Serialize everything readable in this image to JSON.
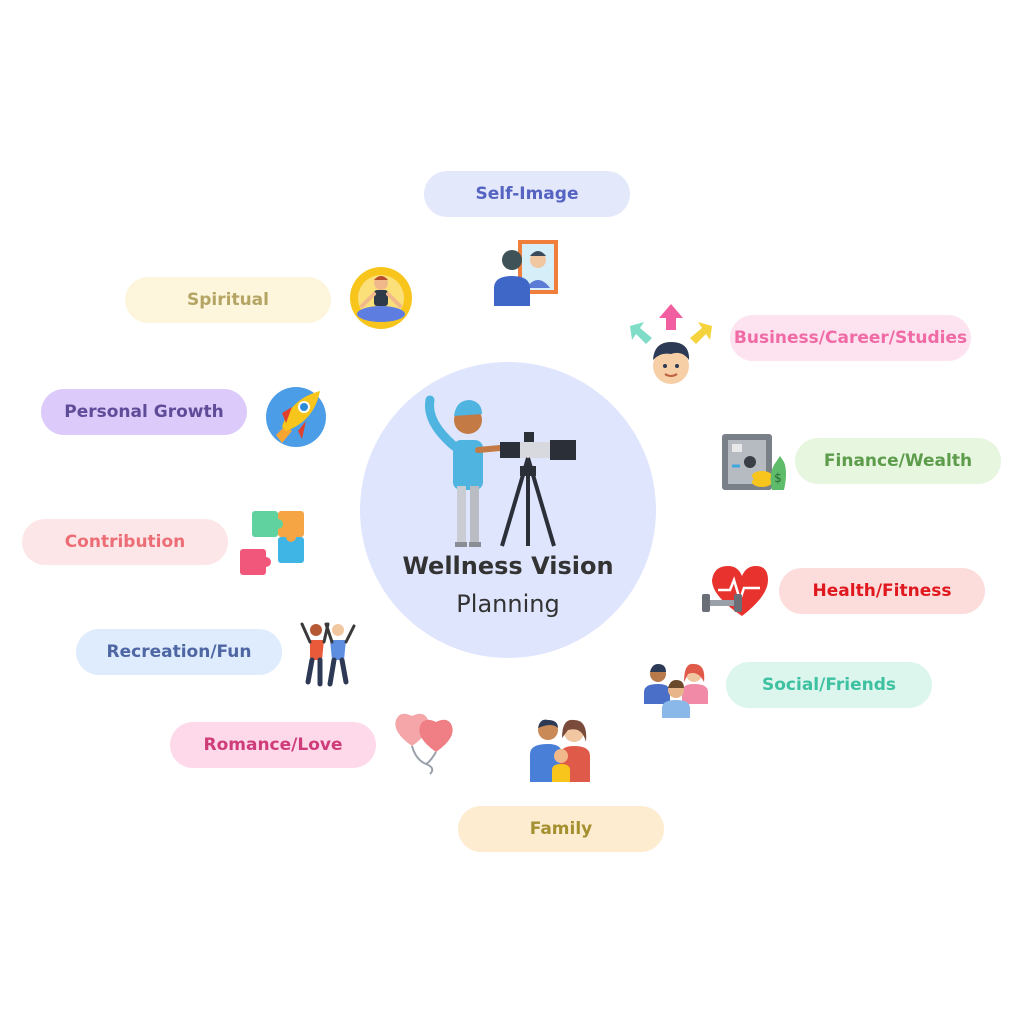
{
  "center": {
    "title": "Wellness Vision",
    "subtitle": "Planning"
  },
  "categories": [
    {
      "id": "self-image",
      "label": "Self-Image",
      "bg": "#e4e8fb",
      "color": "#5563c1",
      "icon": "mirror-person-icon"
    },
    {
      "id": "spiritual",
      "label": "Spiritual",
      "bg": "#fdf5dc",
      "color": "#b4a565",
      "icon": "meditation-icon"
    },
    {
      "id": "business-career-studies",
      "label": "Business/Career/Studies",
      "bg": "#fde3ef",
      "color": "#f06aa5",
      "icon": "career-choice-icon"
    },
    {
      "id": "personal-growth",
      "label": "Personal Growth",
      "bg": "#dccafa",
      "color": "#5f4c99",
      "icon": "rocket-icon"
    },
    {
      "id": "finance-wealth",
      "label": "Finance/Wealth",
      "bg": "#e6f6df",
      "color": "#5c9c4a",
      "icon": "safe-money-icon"
    },
    {
      "id": "contribution",
      "label": "Contribution",
      "bg": "#fde6e7",
      "color": "#ec6d75",
      "icon": "puzzle-icon"
    },
    {
      "id": "health-fitness",
      "label": "Health/Fitness",
      "bg": "#fddcdc",
      "color": "#e0191e",
      "icon": "heart-dumbbell-icon"
    },
    {
      "id": "recreation-fun",
      "label": "Recreation/Fun",
      "bg": "#deecfd",
      "color": "#4e66a3",
      "icon": "dancing-people-icon"
    },
    {
      "id": "social-friends",
      "label": "Social/Friends",
      "bg": "#dcf6ee",
      "color": "#3ec1a1",
      "icon": "friends-group-icon"
    },
    {
      "id": "romance-love",
      "label": "Romance/Love",
      "bg": "#fdd9ea",
      "color": "#cf3c7a",
      "icon": "heart-balloons-icon"
    },
    {
      "id": "family",
      "label": "Family",
      "bg": "#fdecd0",
      "color": "#a4902f",
      "icon": "family-icon"
    }
  ]
}
